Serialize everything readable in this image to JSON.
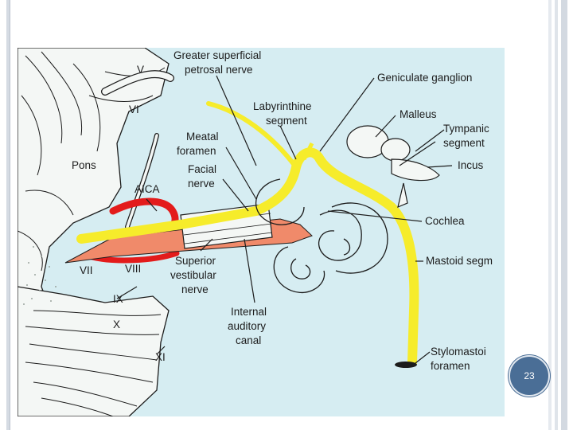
{
  "colors": {
    "background": "#d6edf2",
    "facial_nerve": "#f6ec2b",
    "aica": "#e31b1b",
    "vestibulocochlear": "#f08a6a",
    "badge": "#4a6e96",
    "line": "#1c1c1c"
  },
  "diagram": {
    "labels": {
      "greater_superficial_1": "Greater superficial",
      "greater_superficial_2": "petrosal nerve",
      "geniculate": "Geniculate ganglion",
      "labyrinthine_1": "Labyrinthine",
      "labyrinthine_2": "segment",
      "malleus": "Malleus",
      "tympanic_1": "Tympanic",
      "tympanic_2": "segment",
      "incus": "Incus",
      "meatal_1": "Meatal",
      "meatal_2": "foramen",
      "facial_1": "Facial",
      "facial_2": "nerve",
      "pons": "Pons",
      "aica": "AICA",
      "cochlea": "Cochlea",
      "mastoid": "Mastoid segm",
      "superior_1": "Superior",
      "superior_2": "vestibular",
      "superior_3": "nerve",
      "internal_1": "Internal",
      "internal_2": "auditory",
      "internal_3": "canal",
      "stylomastoid_1": "Stylomastoi",
      "stylomastoid_2": "foramen",
      "cn_v": "V",
      "cn_vi": "VI",
      "cn_vii": "VII",
      "cn_viii": "VIII",
      "cn_ix": "IX",
      "cn_x": "X",
      "cn_xi": "XI"
    }
  },
  "page_number": "23"
}
